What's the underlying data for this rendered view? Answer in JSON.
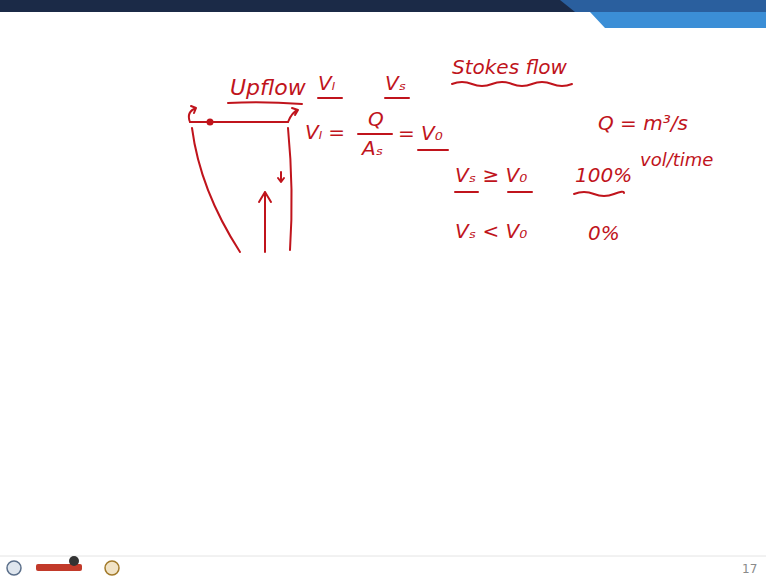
{
  "diagram": {
    "labels": [
      "Upflow",
      "Vₗ",
      "Vₛ",
      "Stokes flow",
      "Vₗ =",
      "Q",
      "Aₛ",
      "= V₀",
      "Q = m³/s",
      "vol/time",
      "Vₛ ≥ V₀",
      "100%",
      "Vₛ < V₀",
      "0%",
      "17"
    ]
  }
}
